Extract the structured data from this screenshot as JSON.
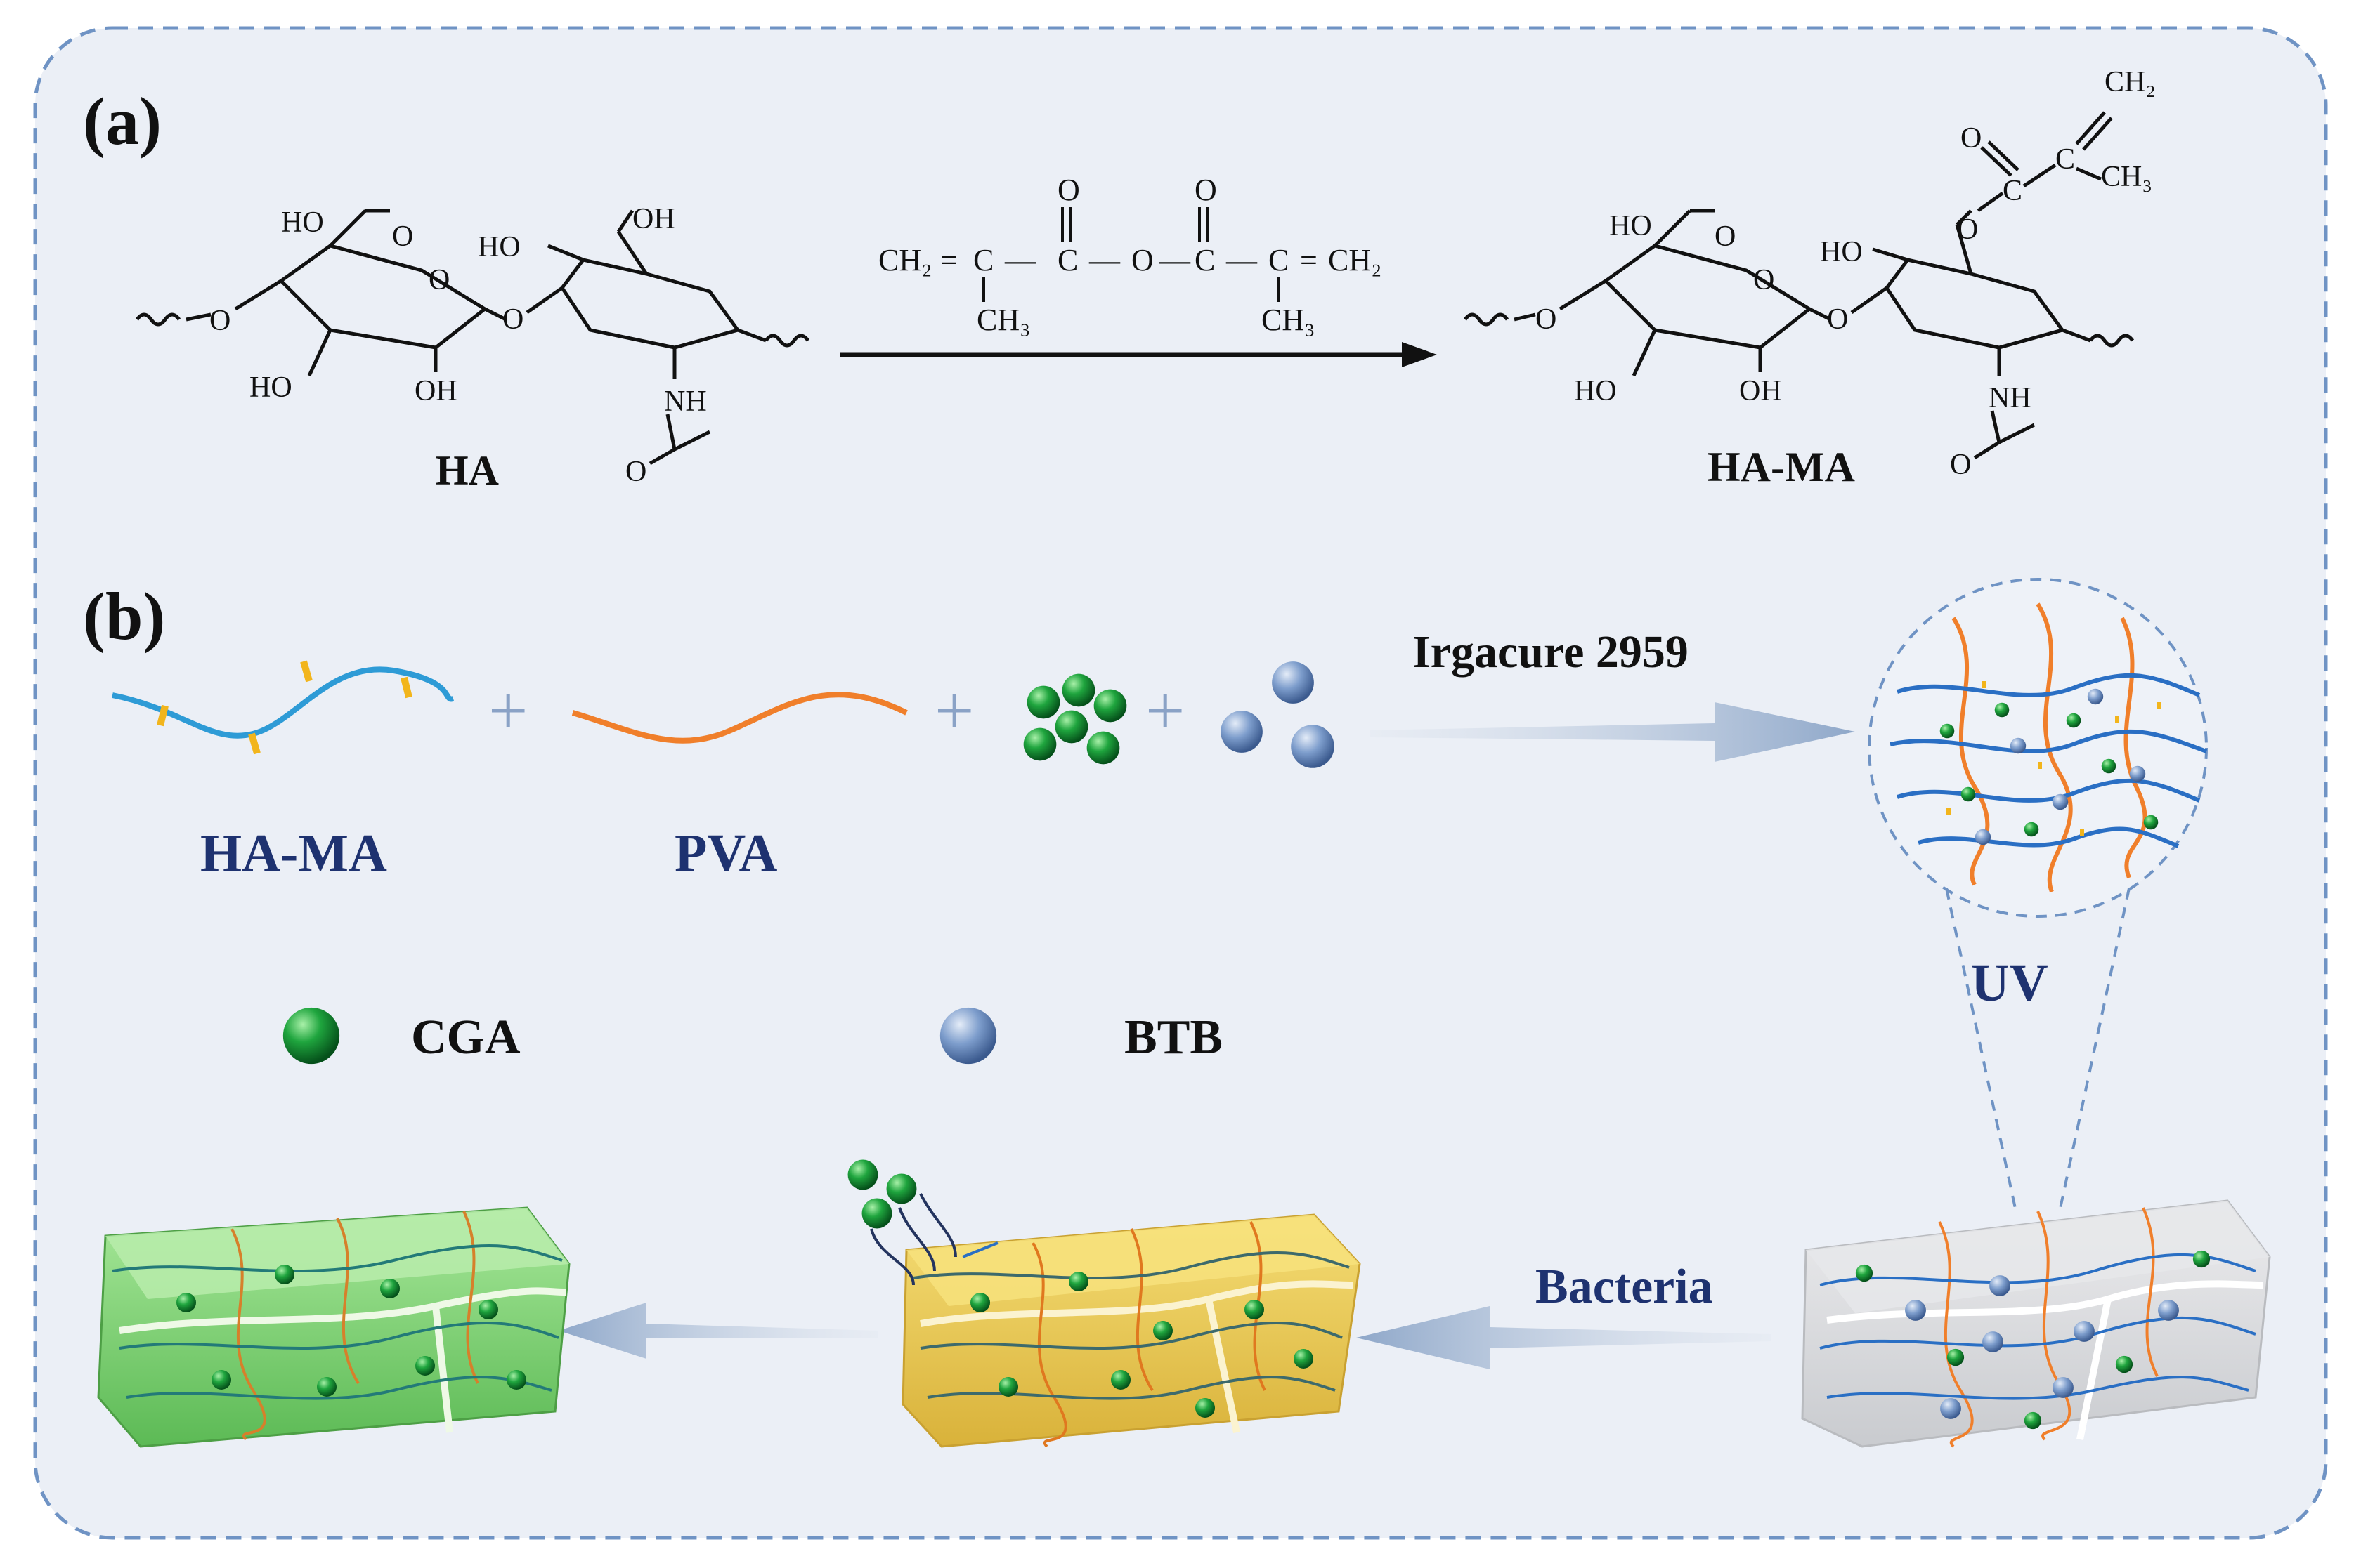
{
  "panels": {
    "a": {
      "label": "(a)"
    },
    "b": {
      "label": "(b)"
    }
  },
  "colors": {
    "background": "#ebeff6",
    "frame": "#6f93c4",
    "navy_text": "#1e3270",
    "ha_chain": "#2e9bd6",
    "crosslink": "#f2b51c",
    "pva_chain": "#f07f2b",
    "cga_sphere": "#1a9a3a",
    "btb_sphere": "#6b8fc0",
    "arrow": "#9cb2cf",
    "gel_green": "#7ccf6f",
    "gel_yellow": "#e9c84c",
    "gel_gray": "#d4d6da"
  },
  "scheme_a": {
    "reactant": {
      "name": "HA",
      "groups": {
        "cooh_top": "HO",
        "carbonyl_o": "O",
        "ring_o": "O",
        "oh_left": "HO",
        "oh_bottom": "OH",
        "oh_right": "HO",
        "ch2oh": "OH",
        "linker_left": "O",
        "linker_mid": "O",
        "nh": "NH",
        "amide_o": "O"
      }
    },
    "reagent": {
      "ch2": "CH₂",
      "eq1": "=",
      "c1": "C",
      "dash1": "—",
      "c2": "C",
      "dash2": "—",
      "o_center": "O",
      "dash3": "—",
      "c3": "C",
      "dash4": "—",
      "c4": "C",
      "eq2": "=",
      "ch2_right": "CH₂",
      "o_top_left": "O",
      "o_top_right": "O",
      "ch3_left": "CH₃",
      "ch3_right": "CH₃"
    },
    "product": {
      "name": "HA-MA",
      "groups": {
        "cooh_top": "HO",
        "carbonyl_o": "O",
        "ring_o": "O",
        "oh_left": "HO",
        "oh_bottom": "OH",
        "oh_right": "HO",
        "linker_left": "O",
        "linker_mid": "O",
        "nh": "NH",
        "amide_o": "O",
        "ester_o": "O",
        "ester_c": "C",
        "ester_dbl_o": "O",
        "vinyl_c": "C",
        "vinyl_ch2": "CH₂",
        "methyl": "CH₃"
      }
    }
  },
  "scheme_b": {
    "labels": {
      "ha_ma": "HA-MA",
      "pva": "PVA",
      "initiator": "Irgacure 2959",
      "uv": "UV",
      "bacteria": "Bacteria",
      "plus": "+"
    },
    "legend": [
      {
        "name": "CGA",
        "color": "#1a9a3a"
      },
      {
        "name": "BTB",
        "color": "#6b8fc0"
      }
    ]
  }
}
